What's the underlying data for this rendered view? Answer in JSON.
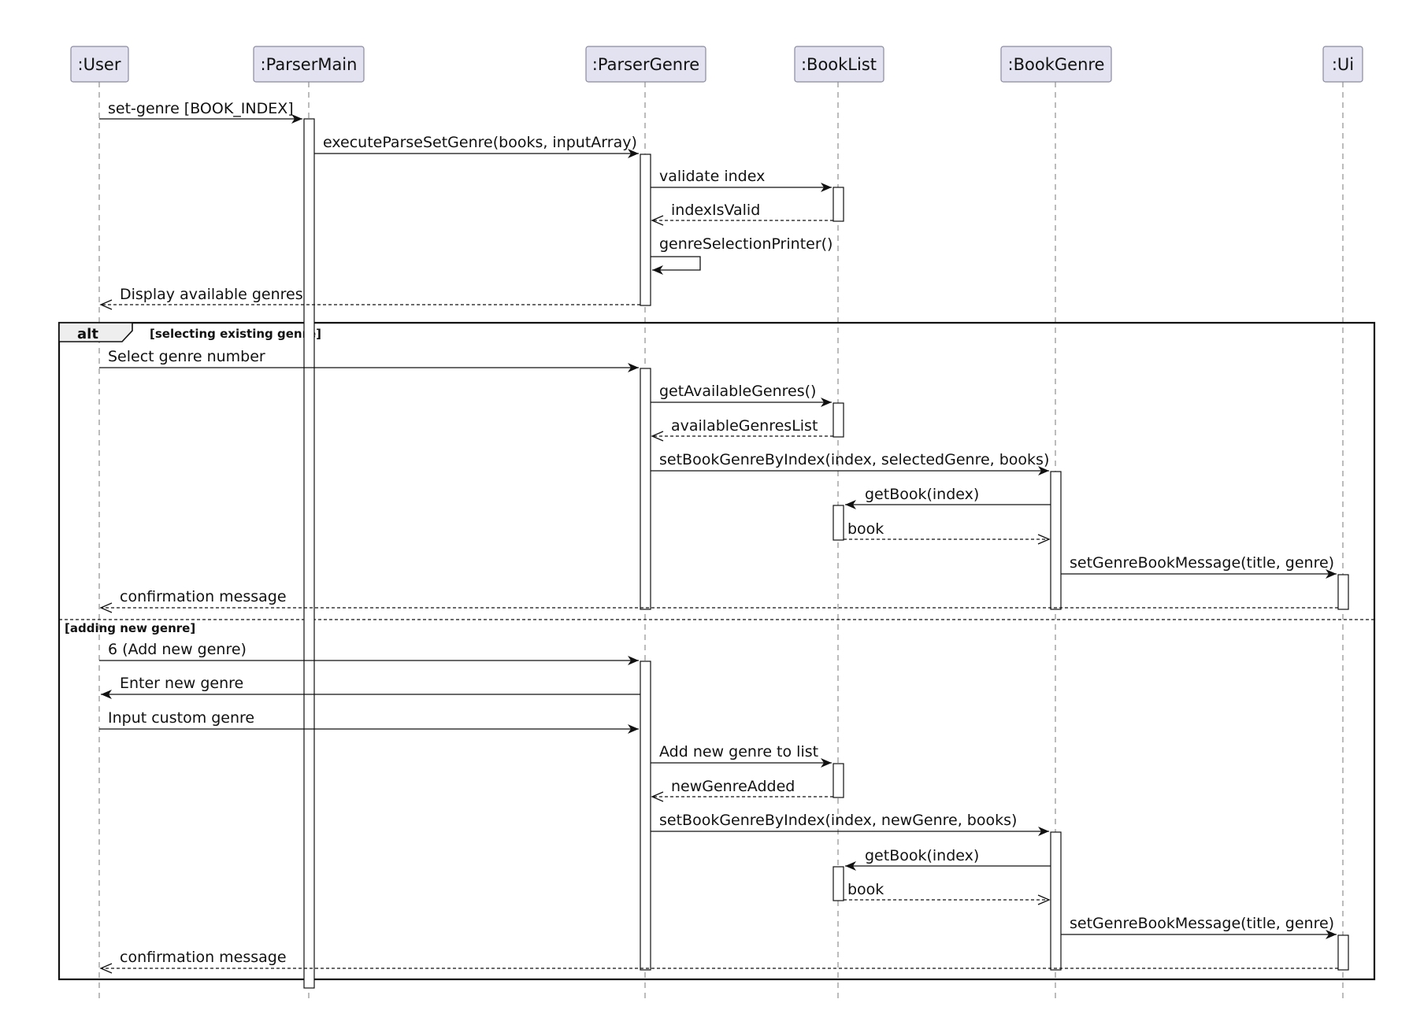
{
  "participants": [
    {
      "id": "user",
      "name": ":User"
    },
    {
      "id": "parsermain",
      "name": ":ParserMain"
    },
    {
      "id": "parsergenre",
      "name": ":ParserGenre"
    },
    {
      "id": "booklist",
      "name": ":BookList"
    },
    {
      "id": "bookgenre",
      "name": ":BookGenre"
    },
    {
      "id": "ui",
      "name": ":Ui"
    }
  ],
  "messages": [
    {
      "from": "user",
      "to": "parsermain",
      "label": "set-genre [BOOK_INDEX]",
      "kind": "sync"
    },
    {
      "from": "parsermain",
      "to": "parsergenre",
      "label": "executeParseSetGenre(books, inputArray)",
      "kind": "sync"
    },
    {
      "from": "parsergenre",
      "to": "booklist",
      "label": "validate index",
      "kind": "sync"
    },
    {
      "from": "booklist",
      "to": "parsergenre",
      "label": "indexIsValid",
      "kind": "return"
    },
    {
      "from": "parsergenre",
      "to": "parsergenre",
      "label": "genreSelectionPrinter()",
      "kind": "self"
    },
    {
      "from": "parsergenre",
      "to": "user",
      "label": "Display available genres",
      "kind": "return"
    },
    {
      "from": "user",
      "to": "parsergenre",
      "label": "Select genre number",
      "kind": "sync"
    },
    {
      "from": "parsergenre",
      "to": "booklist",
      "label": "getAvailableGenres()",
      "kind": "sync"
    },
    {
      "from": "booklist",
      "to": "parsergenre",
      "label": "availableGenresList",
      "kind": "return"
    },
    {
      "from": "parsergenre",
      "to": "bookgenre",
      "label": "setBookGenreByIndex(index, selectedGenre, books)",
      "kind": "sync"
    },
    {
      "from": "bookgenre",
      "to": "booklist",
      "label": "getBook(index)",
      "kind": "sync"
    },
    {
      "from": "booklist",
      "to": "bookgenre",
      "label": "book",
      "kind": "return"
    },
    {
      "from": "bookgenre",
      "to": "ui",
      "label": "setGenreBookMessage(title, genre)",
      "kind": "sync"
    },
    {
      "from": "ui",
      "to": "user",
      "label": "confirmation message",
      "kind": "return"
    },
    {
      "from": "user",
      "to": "parsergenre",
      "label": "6 (Add new genre)",
      "kind": "sync"
    },
    {
      "from": "parsergenre",
      "to": "user",
      "label": "Enter new genre",
      "kind": "sync"
    },
    {
      "from": "user",
      "to": "parsergenre",
      "label": "Input custom genre",
      "kind": "sync"
    },
    {
      "from": "parsergenre",
      "to": "booklist",
      "label": "Add new genre to list",
      "kind": "sync"
    },
    {
      "from": "booklist",
      "to": "parsergenre",
      "label": "newGenreAdded",
      "kind": "return"
    },
    {
      "from": "parsergenre",
      "to": "bookgenre",
      "label": "setBookGenreByIndex(index, newGenre, books)",
      "kind": "sync"
    },
    {
      "from": "bookgenre",
      "to": "booklist",
      "label": "getBook(index)",
      "kind": "sync"
    },
    {
      "from": "booklist",
      "to": "bookgenre",
      "label": "book",
      "kind": "return"
    },
    {
      "from": "bookgenre",
      "to": "ui",
      "label": "setGenreBookMessage(title, genre)",
      "kind": "sync"
    },
    {
      "from": "ui",
      "to": "user",
      "label": "confirmation message",
      "kind": "return"
    }
  ],
  "alt_fragment": {
    "operator": "alt",
    "guards": [
      "[selecting existing genre]",
      "[adding new genre]"
    ]
  }
}
